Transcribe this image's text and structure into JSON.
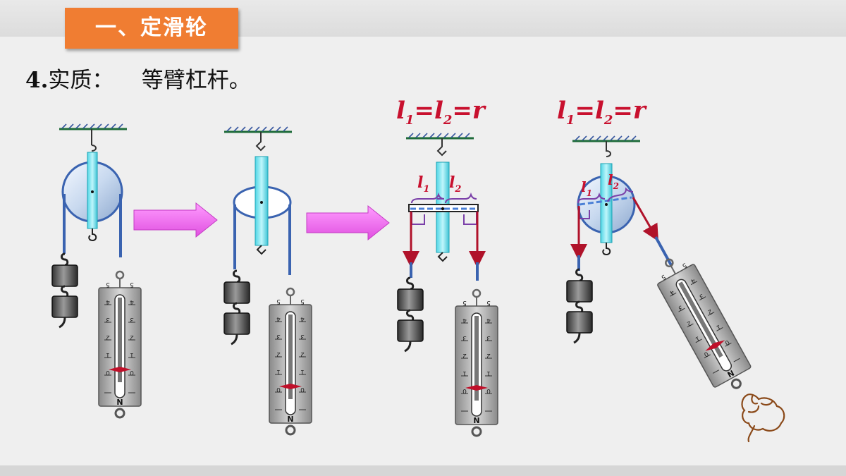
{
  "title": "一、定滑轮",
  "heading": {
    "number": "4.",
    "label": "实质：",
    "text": "等臂杠杆。"
  },
  "equations": [
    {
      "l1": "l",
      "sub1": "1",
      "eq1": "=",
      "l2": "l",
      "sub2": "2",
      "eq2": "=",
      "r": "r"
    },
    {
      "l1": "l",
      "sub1": "1",
      "eq1": "=",
      "l2": "l",
      "sub2": "2",
      "eq2": "=",
      "r": "r"
    }
  ],
  "arm_labels": {
    "panel3": {
      "l1": "l",
      "sub1": "1",
      "l2": "l",
      "sub2": "2"
    },
    "panel4": {
      "l1": "l",
      "sub1": "1",
      "l2": "l",
      "sub2": "2"
    }
  },
  "spring_scale": {
    "unit": "N",
    "ticks": [
      "0",
      "1",
      "2",
      "3",
      "4",
      "5"
    ]
  },
  "colors": {
    "title_bg": "#f07d32",
    "rope": "#3a63b0",
    "force_arrow": "#b0122a",
    "arm_bracket": "#7a3fa8",
    "big_arrow": "#ee66ee",
    "ceiling": "#1e6b3a"
  }
}
